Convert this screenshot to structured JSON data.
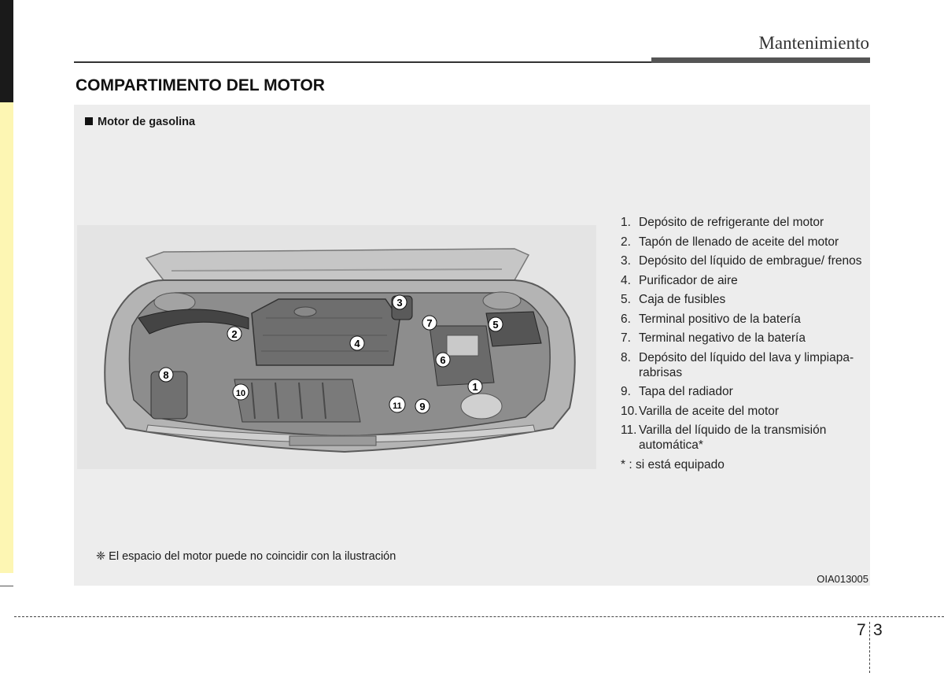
{
  "header": {
    "title": "Mantenimiento"
  },
  "section_title": "COMPARTIMENTO DEL MOTOR",
  "figure": {
    "subtitle": "Motor de gasolina",
    "callouts": [
      "1",
      "2",
      "3",
      "4",
      "5",
      "6",
      "7",
      "8",
      "9",
      "10",
      "11"
    ],
    "legend": [
      {
        "num": "1.",
        "text": "Depósito de refrigerante del motor"
      },
      {
        "num": "2.",
        "text": "Tapón de llenado de aceite del motor"
      },
      {
        "num": "3.",
        "text": "Depósito del líquido de embrague/ frenos"
      },
      {
        "num": "4.",
        "text": "Purificador de aire"
      },
      {
        "num": "5.",
        "text": "Caja de fusibles"
      },
      {
        "num": "6.",
        "text": "Terminal positivo de la batería"
      },
      {
        "num": "7.",
        "text": "Terminal negativo de la batería"
      },
      {
        "num": "8.",
        "text": "Depósito del líquido del lava y limpiapa-rabrisas"
      },
      {
        "num": "9.",
        "text": "Tapa del radiador"
      },
      {
        "num": "10.",
        "text": "Varilla de aceite del motor"
      },
      {
        "num": "11.",
        "text": "Varilla del líquido de la transmisión automática*"
      }
    ],
    "note": "* : si está equipado",
    "footnote": "❈ El espacio del motor puede no coincidir con la ilustración",
    "code": "OIA013005"
  },
  "page": {
    "chapter": "7",
    "number": "3"
  }
}
